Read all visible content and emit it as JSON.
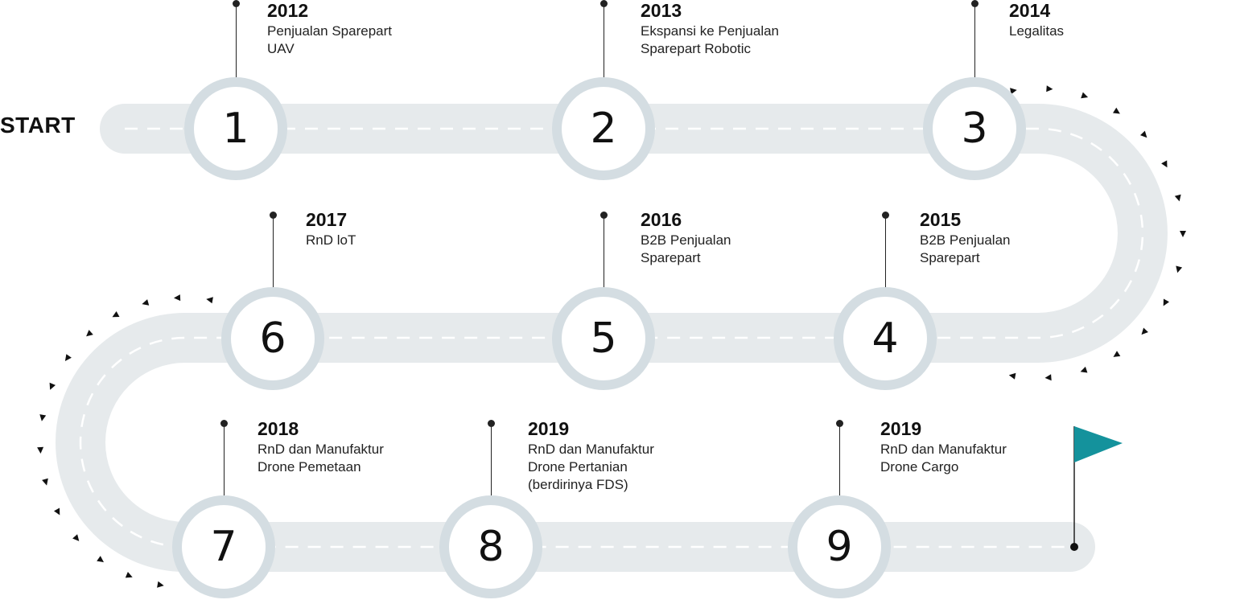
{
  "start_label": "START",
  "colors": {
    "road": "#e6eaec",
    "ring": "#d4dde2",
    "dash": "#ffffff",
    "text": "#111111",
    "flag": "#14929c",
    "arrow": "#111111"
  },
  "milestones": [
    {
      "number": "1",
      "year": "2012",
      "desc": [
        "Penjualan Sparepart",
        "UAV"
      ]
    },
    {
      "number": "2",
      "year": "2013",
      "desc": [
        "Ekspansi ke Penjualan",
        "Sparepart Robotic"
      ]
    },
    {
      "number": "3",
      "year": "2014",
      "desc": [
        "Legalitas"
      ]
    },
    {
      "number": "4",
      "year": "2015",
      "desc": [
        "B2B Penjualan",
        "Sparepart"
      ]
    },
    {
      "number": "5",
      "year": "2016",
      "desc": [
        "B2B Penjualan",
        "Sparepart"
      ]
    },
    {
      "number": "6",
      "year": "2017",
      "desc": [
        "RnD loT"
      ]
    },
    {
      "number": "7",
      "year": "2018",
      "desc": [
        "RnD dan Manufaktur",
        "Drone Pemetaan"
      ]
    },
    {
      "number": "8",
      "year": "2019",
      "desc": [
        "RnD dan Manufaktur",
        "Drone Pertanian",
        "(berdirinya FDS)"
      ]
    },
    {
      "number": "9",
      "year": "2019",
      "desc": [
        "RnD dan Manufaktur",
        "Drone Cargo"
      ]
    }
  ],
  "finish_icon": "flag-icon"
}
